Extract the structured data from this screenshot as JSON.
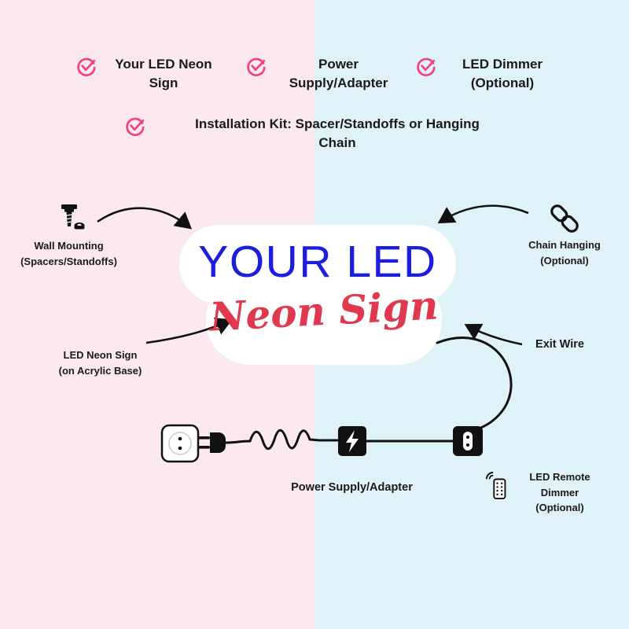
{
  "colors": {
    "bg_left": "#fce9f0",
    "bg_right": "#def2f8",
    "accent_pink": "#f0437c",
    "sign_blue": "#1d1ddf",
    "sign_red": "#e0384e",
    "ink": "#161616"
  },
  "checklist": {
    "items": [
      {
        "lines": [
          "Your LED Neon",
          "Sign"
        ]
      },
      {
        "lines": [
          "Power",
          "Supply/Adapter"
        ]
      },
      {
        "lines": [
          "LED Dimmer",
          "(Optional)"
        ]
      },
      {
        "lines": [
          "Installation Kit: Spacer/Standoffs or Hanging",
          "Chain"
        ]
      }
    ]
  },
  "sign": {
    "line1": "YOUR LED",
    "line2": "Neon Sign"
  },
  "callouts": {
    "wall_mounting": {
      "lines": [
        "Wall Mounting",
        "(Spacers/Standoffs)"
      ]
    },
    "chain_hanging": {
      "lines": [
        "Chain Hanging",
        "(Optional)"
      ]
    },
    "led_neon_sign": {
      "lines": [
        "LED Neon Sign",
        "(on Acrylic Base)"
      ]
    },
    "exit_wire": {
      "label": "Exit Wire"
    },
    "power_supply": {
      "label": "Power Supply/Adapter"
    },
    "remote_dimmer": {
      "lines": [
        "LED Remote",
        "Dimmer",
        "(Optional)"
      ]
    }
  },
  "icons": {
    "check": "check-icon",
    "screw": "screw-icon",
    "chain": "chain-link-icon",
    "socket": "wall-socket-icon",
    "plug": "plug-icon",
    "adapter": "power-adapter-icon",
    "dimmer": "dimmer-switch-icon",
    "remote": "remote-icon"
  }
}
